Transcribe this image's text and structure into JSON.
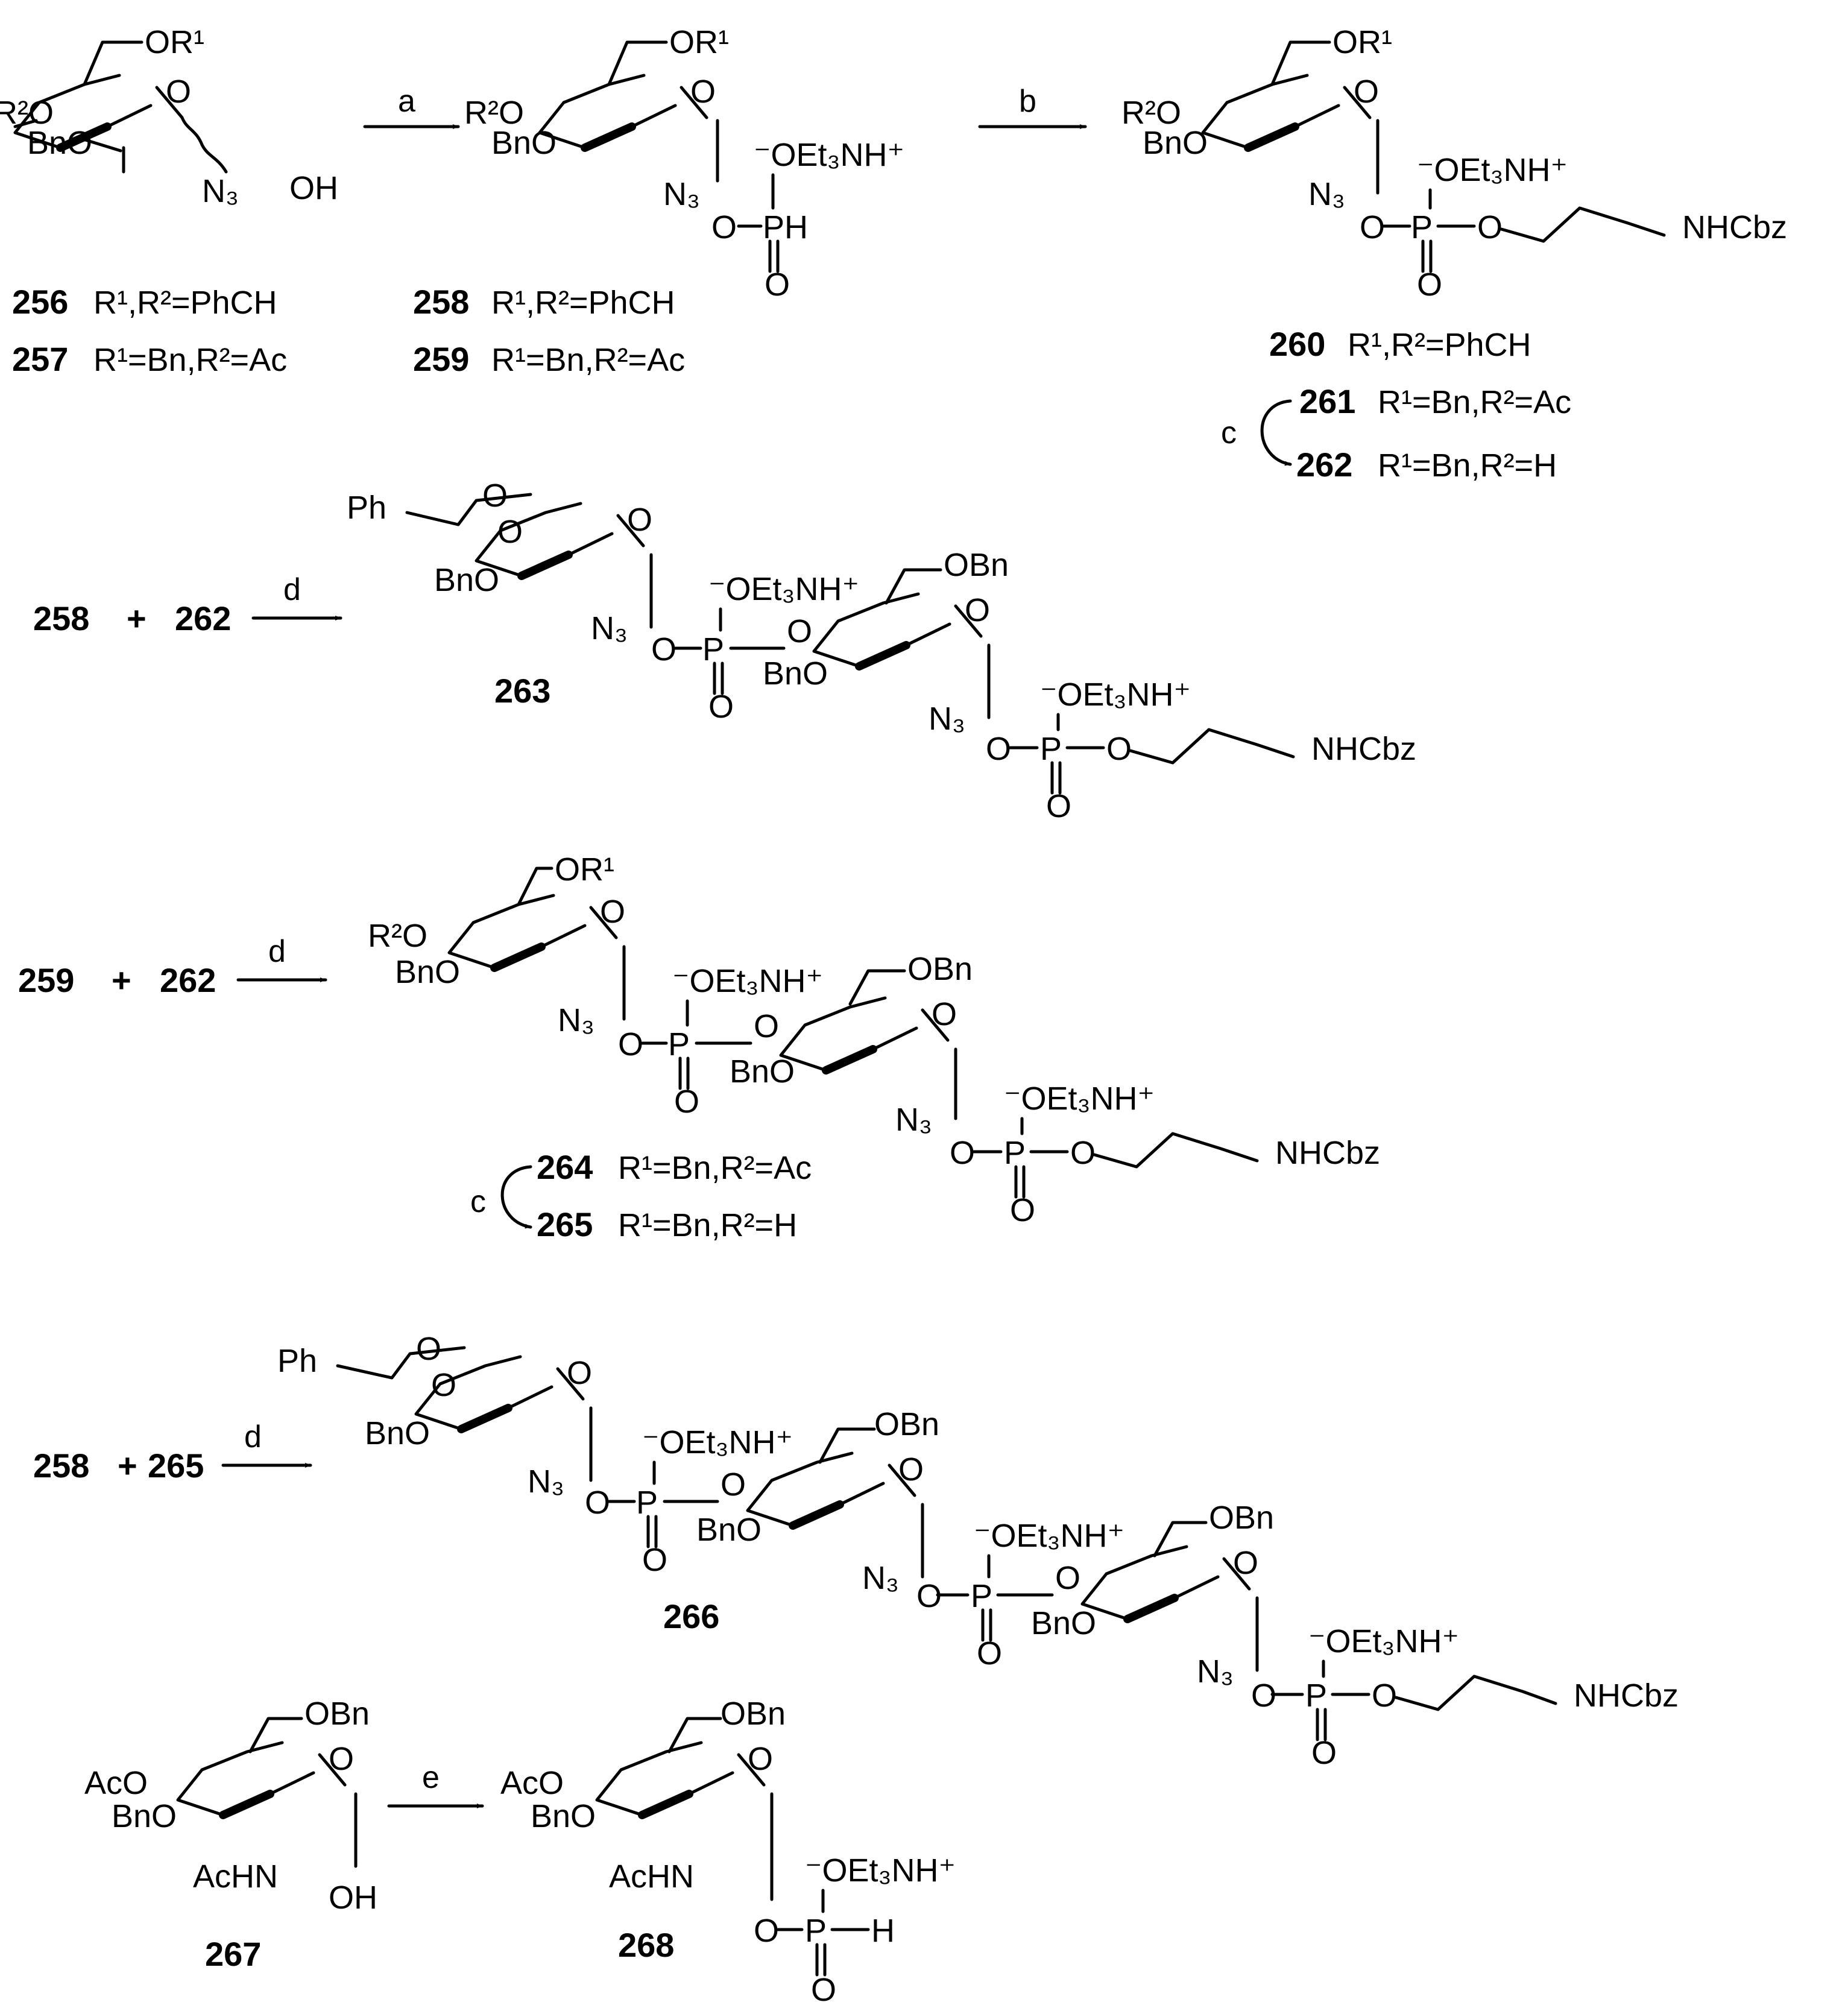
{
  "atoms": {
    "OR1": "OR¹",
    "R2O": "R²O",
    "BnO": "BnO",
    "O": "O",
    "OH": "OH",
    "N3": "N₃",
    "OBn": "OBn",
    "Ph": "Ph",
    "AcO": "AcO",
    "AcHN": "AcHN",
    "P": "P",
    "PH": "PH",
    "H": "H",
    "ion": "⁻OEt₃NH⁺",
    "NHCbz": "NHCbz"
  },
  "reagents": {
    "a": "a",
    "b": "b",
    "c": "c",
    "d": "d",
    "e": "e"
  },
  "compounds": {
    "c256": {
      "num": "256",
      "sub": "R¹,R²=PhCH"
    },
    "c257": {
      "num": "257",
      "sub": "R¹=Bn,R²=Ac"
    },
    "c258": {
      "num": "258",
      "sub": "R¹,R²=PhCH"
    },
    "c259": {
      "num": "259",
      "sub": "R¹=Bn,R²=Ac"
    },
    "c260": {
      "num": "260",
      "sub": "R¹,R²=PhCH"
    },
    "c261": {
      "num": "261",
      "sub": "R¹=Bn,R²=Ac"
    },
    "c262": {
      "num": "262",
      "sub": "R¹=Bn,R²=H"
    },
    "c263": {
      "num": "263"
    },
    "c264": {
      "num": "264",
      "sub": "R¹=Bn,R²=Ac"
    },
    "c265": {
      "num": "265",
      "sub": "R¹=Bn,R²=H"
    },
    "c266": {
      "num": "266"
    },
    "c267": {
      "num": "267"
    },
    "c268": {
      "num": "268"
    }
  },
  "equations": {
    "eq1": {
      "left": "258",
      "plus": "+",
      "right": "262"
    },
    "eq2": {
      "left": "259",
      "plus": "+",
      "right": "262"
    },
    "eq3": {
      "left": "258",
      "plus": "+",
      "right": "265"
    }
  }
}
